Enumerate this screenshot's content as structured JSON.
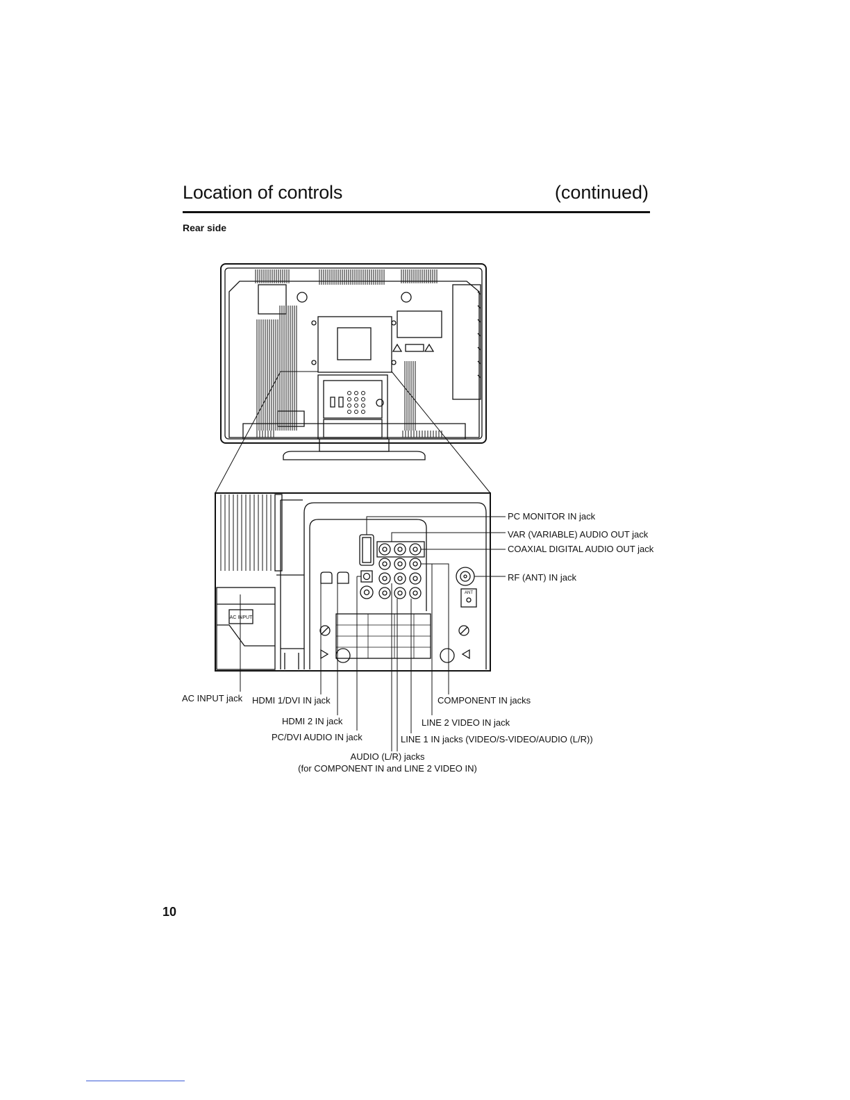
{
  "header": {
    "title": "Location of controls",
    "continued": "(continued)",
    "subheading": "Rear side"
  },
  "labels": {
    "pc_monitor_in": "PC MONITOR IN jack",
    "var_audio_out": "VAR (VARIABLE) AUDIO OUT jack",
    "coaxial_digital_audio_out": "COAXIAL DIGITAL AUDIO OUT jack",
    "rf_ant_in": "RF (ANT) IN jack",
    "ac_input": "AC INPUT jack",
    "hdmi1_dvi_in": "HDMI 1/DVI IN jack",
    "hdmi2_in": "HDMI 2 IN jack",
    "pc_dvi_audio_in": "PC/DVI AUDIO IN jack",
    "component_in": "COMPONENT IN jacks",
    "line2_video_in": "LINE 2 VIDEO IN jack",
    "line1_in": "LINE 1 IN jacks (VIDEO/S-VIDEO/AUDIO (L/R))",
    "audio_lr_line1": "AUDIO (L/R) jacks",
    "audio_lr_line2": "(for COMPONENT IN and LINE 2 VIDEO IN)"
  },
  "panel_text": {
    "ac_input_marking": "AC INPUT",
    "ant_marking": "ANT"
  },
  "footer": {
    "page_number": "10"
  }
}
